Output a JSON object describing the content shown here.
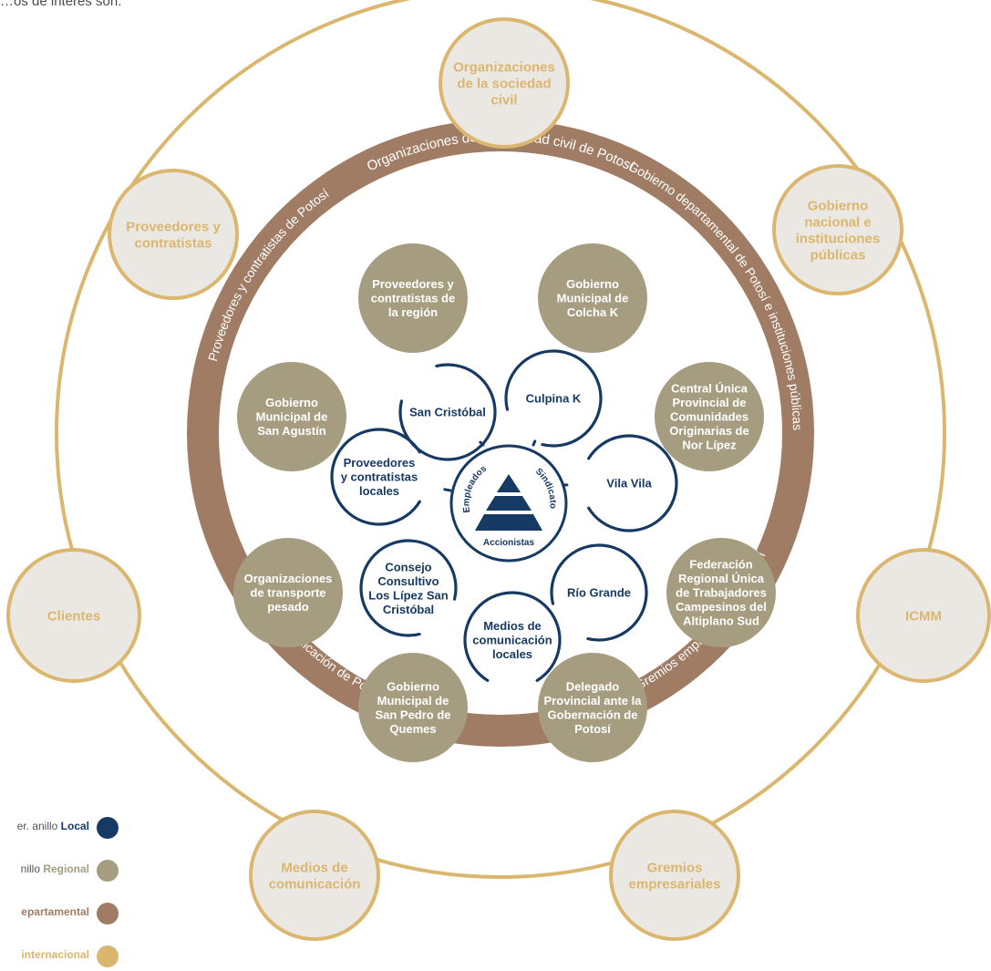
{
  "intro_text": "…os de interés son:",
  "colors": {
    "local": "#163a63",
    "regional": "#a69c80",
    "departamental": "#a07c64",
    "internacional": "#dbb66e",
    "outer_fill": "#ebe8e3"
  },
  "outer_ring": [
    {
      "lines": [
        "Organizaciones",
        "de la sociedad",
        "civil"
      ]
    },
    {
      "lines": [
        "Gobierno",
        "nacional e",
        "instituciones",
        "públicas"
      ]
    },
    {
      "lines": [
        "ICMM"
      ]
    },
    {
      "lines": [
        "Gremios",
        "empresariales"
      ]
    },
    {
      "lines": [
        "Medios de",
        "comunicación"
      ]
    },
    {
      "lines": [
        "Clientes"
      ]
    },
    {
      "lines": [
        "Proveedores y",
        "contratistas"
      ]
    }
  ],
  "departmental_ring": [
    "Organizaciones de la sociedad civil de Potosí",
    "Gobierno departamental de Potosí e instituciones públicas",
    "Gremios empresariales de Potosí",
    "Medios de comunicación de Potosí",
    "Proveedores y contratistas de Potosí"
  ],
  "regional": [
    {
      "lines": [
        "Proveedores y",
        "contratistas de",
        "la región"
      ]
    },
    {
      "lines": [
        "Gobierno",
        "Municipal de",
        "Colcha K"
      ]
    },
    {
      "lines": [
        "Central Única",
        "Provincial de",
        "Comunidades",
        "Originarias de",
        "Nor Lípez"
      ]
    },
    {
      "lines": [
        "Federación",
        "Regional Única",
        "de Trabajadores",
        "Campesinos del",
        "Altiplano Sud"
      ]
    },
    {
      "lines": [
        "Delegado",
        "Provincial ante la",
        "Gobernación de",
        "Potosí"
      ]
    },
    {
      "lines": [
        "Gobierno",
        "Municipal de",
        "San Pedro de",
        "Quemes"
      ]
    },
    {
      "lines": [
        "Organizaciones",
        "de transporte",
        "pesado"
      ]
    },
    {
      "lines": [
        "Gobierno",
        "Municipal de",
        "San Agustín"
      ]
    }
  ],
  "local": [
    {
      "lines": [
        "San Cristóbal"
      ]
    },
    {
      "lines": [
        "Culpina K"
      ]
    },
    {
      "lines": [
        "Vila Vila"
      ]
    },
    {
      "lines": [
        "Río Grande"
      ]
    },
    {
      "lines": [
        "Medios de",
        "comunicación",
        "locales"
      ]
    },
    {
      "lines": [
        "Consejo",
        "Consultivo",
        "Los Lípez San",
        "Cristóbal"
      ]
    },
    {
      "lines": [
        "Proveedores",
        "y contratistas",
        "locales"
      ]
    }
  ],
  "center": {
    "left": "Empleados",
    "right": "Sindicato",
    "bottom": "Accionistas"
  },
  "legend": [
    {
      "prefix": "er. anillo ",
      "label": "Local",
      "key": "local"
    },
    {
      "prefix": "nillo ",
      "label": "Regional",
      "key": "regional"
    },
    {
      "prefix": "",
      "label": "epartamental",
      "key": "departamental"
    },
    {
      "prefix": "",
      "label": "internacional",
      "key": "internacional"
    }
  ]
}
